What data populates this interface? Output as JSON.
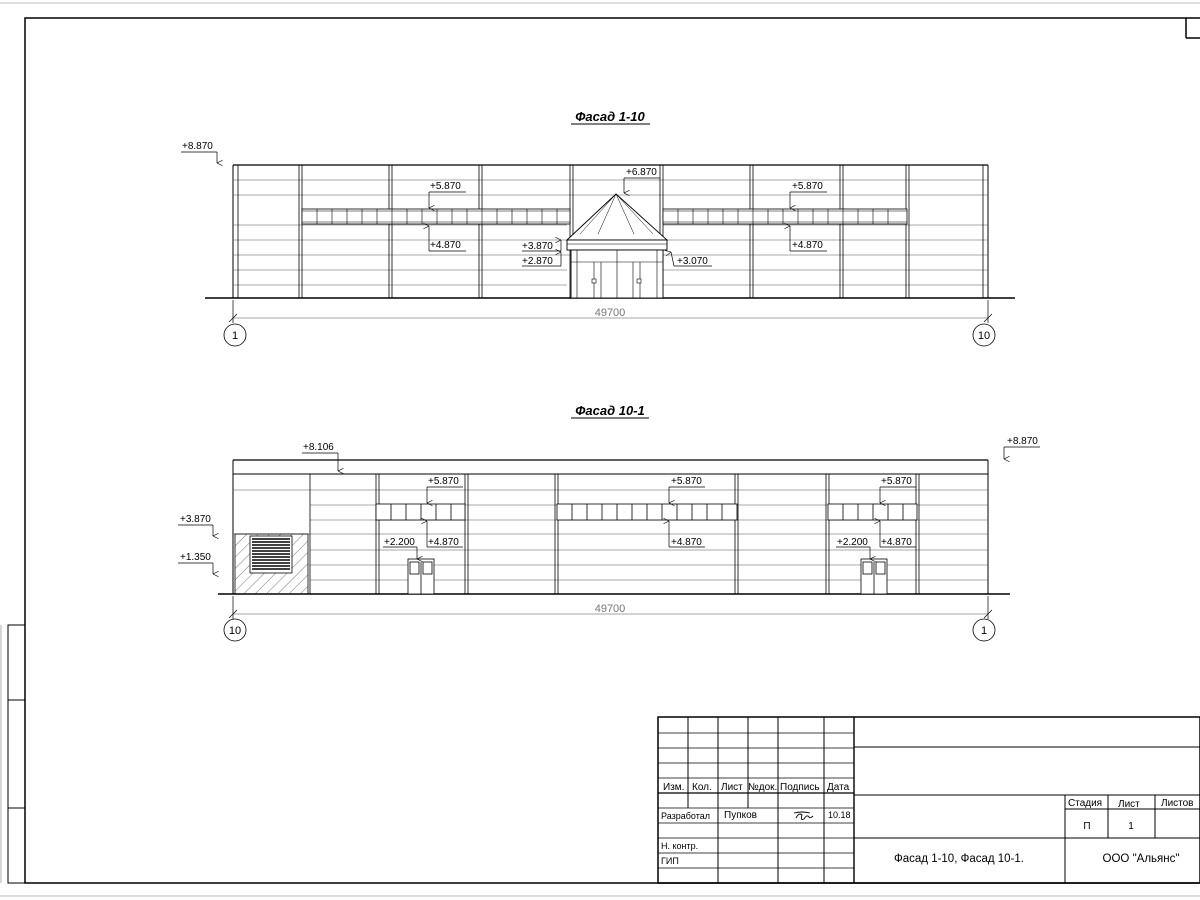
{
  "facade_top": {
    "title": "Фасад 1-10",
    "marks": {
      "roof": "+8.870",
      "win_left_top": "+5.870",
      "win_left_bottom": "+4.870",
      "canopy_top": "+6.870",
      "canopy_eave": "+3.870",
      "door_top": "+2.870",
      "canopy_right": "+3.070",
      "win_right_top": "+5.870",
      "win_right_bottom": "+4.870"
    },
    "dimension": "49700",
    "axis_left": "1",
    "axis_right": "10"
  },
  "facade_bottom": {
    "title": "Фасад 10-1",
    "marks": {
      "roof_left": "+8.106",
      "roof_right": "+8.870",
      "gate_top": "+3.870",
      "gate_bottom": "+1.350",
      "win1_top": "+5.870",
      "win1_bottom": "+4.870",
      "door1_top": "+2.200",
      "win2_top": "+5.870",
      "win2_bottom": "+4.870",
      "win3_top": "+5.870",
      "win3_bottom": "+4.870",
      "door3_top": "+2.200"
    },
    "dimension": "49700",
    "axis_left": "10",
    "axis_right": "1"
  },
  "title_block": {
    "headers": [
      "Изм.",
      "Кол.",
      "Лист",
      "№док.",
      "Подпись",
      "Дата"
    ],
    "developed_label": "Разработал",
    "developer": "Пупков",
    "date": "10.18",
    "norm_control_label": "Н. контр.",
    "gip_label": "ГИП",
    "stage_label": "Стадия",
    "sheet_label": "Лист",
    "sheets_label": "Листов",
    "stage": "П",
    "sheet": "1",
    "drawing_name": "Фасад 1-10, Фасад 10-1.",
    "company": "ООО \"Альянс\""
  }
}
